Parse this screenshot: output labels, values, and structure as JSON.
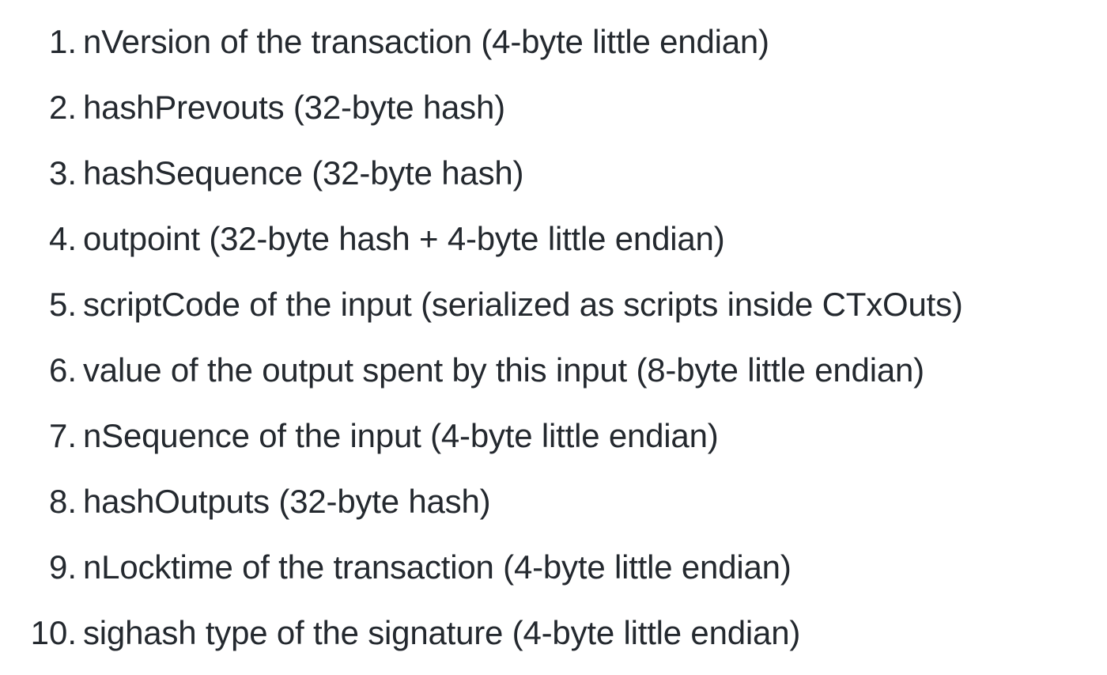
{
  "document": {
    "background_color": "#ffffff",
    "text_color": "#24292f",
    "list": {
      "type": "ordered-numeric",
      "marker_suffix": ".",
      "items": [
        {
          "marker": "1.",
          "text": "nVersion of the transaction (4-byte little endian)"
        },
        {
          "marker": "2.",
          "text": "hashPrevouts (32-byte hash)"
        },
        {
          "marker": "3.",
          "text": "hashSequence (32-byte hash)"
        },
        {
          "marker": "4.",
          "text": "outpoint (32-byte hash + 4-byte little endian)"
        },
        {
          "marker": "5.",
          "text": "scriptCode of the input (serialized as scripts inside CTxOuts)"
        },
        {
          "marker": "6.",
          "text": "value of the output spent by this input (8-byte little endian)"
        },
        {
          "marker": "7.",
          "text": "nSequence of the input (4-byte little endian)"
        },
        {
          "marker": "8.",
          "text": "hashOutputs (32-byte hash)"
        },
        {
          "marker": "9.",
          "text": "nLocktime of the transaction (4-byte little endian)"
        },
        {
          "marker": "10.",
          "text": "sighash type of the signature (4-byte little endian)"
        }
      ]
    }
  }
}
